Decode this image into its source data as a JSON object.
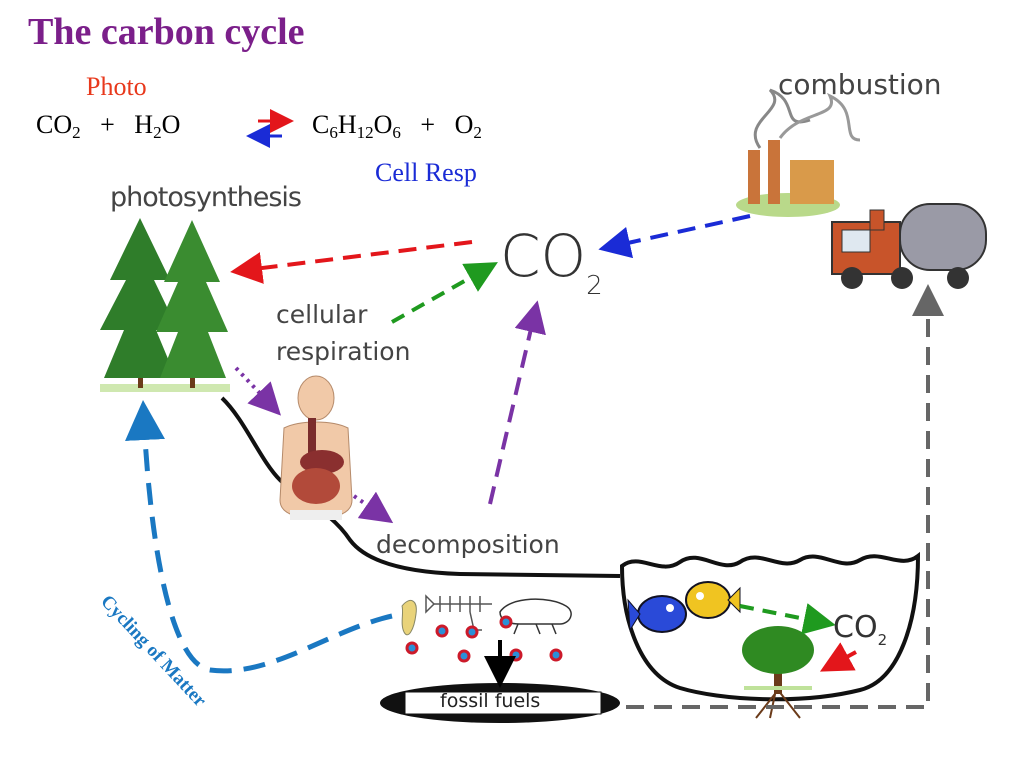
{
  "title": "The carbon cycle",
  "equation": {
    "photo_label": "Photo",
    "cellresp_label": "Cell Resp",
    "left": {
      "co": "CO",
      "co_sub": "2",
      "plus": "+",
      "h": "H",
      "h_sub": "2",
      "o": "O"
    },
    "right": {
      "c": "C",
      "c_sub": "6",
      "h": "H",
      "h_sub": "12",
      "o": "O",
      "o_sub": "6",
      "plus": "+",
      "o2": "O",
      "o2_sub": "2"
    }
  },
  "labels": {
    "photosynthesis": "photosynthesis",
    "combustion": "combustion",
    "cellular": "cellular",
    "respiration": "respiration",
    "decomposition": "decomposition",
    "co2_main": "CO",
    "co2_main_sub": "2",
    "co2_water": "CO",
    "co2_water_sub": "2",
    "fossil_fuels": "fossil fuels",
    "cycling_of_matter": "Cycling of Matter"
  },
  "colors": {
    "title": "#7b1f8a",
    "photo": "#e8391c",
    "cellresp": "#1a2bd6",
    "red_arrow": "#e3161b",
    "green_arrow": "#1f9a1f",
    "blue_arrow": "#1a2bd6",
    "purple_arrow": "#7a33a5",
    "cycling_arrow": "#1a78c2",
    "gray_arrow": "#666666"
  }
}
